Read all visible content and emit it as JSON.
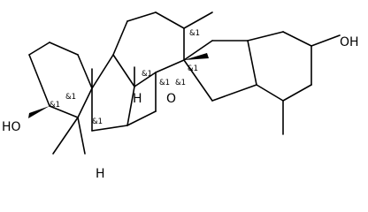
{
  "molecule": {
    "atom_labels": {
      "hydroxyl_left": "HO",
      "hydroxyl_right": "OH",
      "ring_oxygen": "O",
      "hydrogen_upper": "H",
      "hydrogen_lower": "H"
    },
    "stereo_descriptor": "&1"
  }
}
